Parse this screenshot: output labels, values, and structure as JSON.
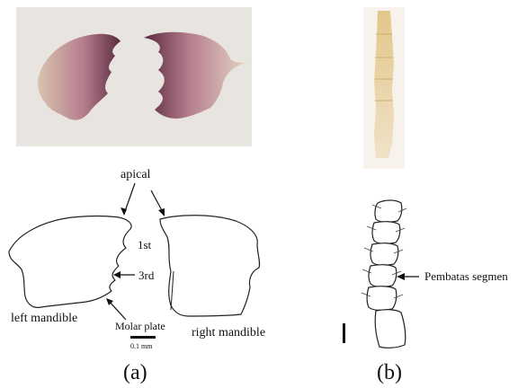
{
  "figure": {
    "panel_a": {
      "caption": "(a)",
      "labels": {
        "apical": "apical",
        "first": "1st",
        "third": "3rd",
        "left_mandible": "left mandible",
        "right_mandible": "right mandible",
        "molar_plate": "Molar plate",
        "scale": "0.1 mm"
      }
    },
    "panel_b": {
      "caption": "(b)",
      "labels": {
        "segment_divider": "Pembatas segmen"
      }
    }
  },
  "colors": {
    "photo_background": "#e8e4df",
    "mandible_dark": "#5a2a3e",
    "mandible_mid": "#a2607a",
    "mandible_light": "#d9c3b0",
    "antenna_photo": "#e6cf96"
  }
}
